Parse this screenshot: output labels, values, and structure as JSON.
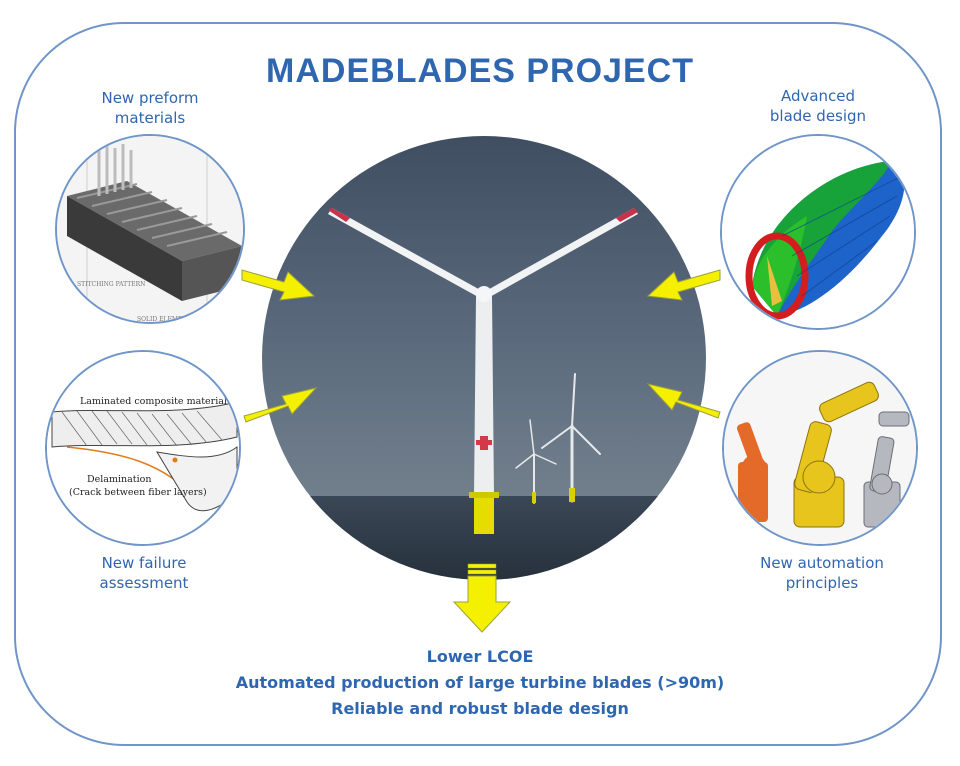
{
  "title": "MADEBLADES PROJECT",
  "nodes": {
    "preform": {
      "line1": "New preform",
      "line2": "materials"
    },
    "design": {
      "line1": "Advanced",
      "line2": "blade design"
    },
    "failure": {
      "line1": "New failure",
      "line2": "assessment"
    },
    "automation": {
      "line1": "New automation",
      "line2": "principles"
    }
  },
  "failure_image": {
    "caption_top": "Laminated composite material",
    "caption_bottom_1": "Delamination",
    "caption_bottom_2": "(Crack between fiber layers)"
  },
  "preform_image": {
    "caption_1": "STITCHING PATTERN",
    "caption_2": "SOLID ELEMENTS"
  },
  "outcomes": [
    "Lower LCOE",
    "Automated production of large turbine blades (>90m)",
    "Reliable and robust blade design"
  ],
  "colors": {
    "accent": "#2f66b0",
    "frame": "#6f95c9",
    "arrow": "#f5f000",
    "sky": "#4d5f72",
    "sea": "#2f3c4a"
  }
}
